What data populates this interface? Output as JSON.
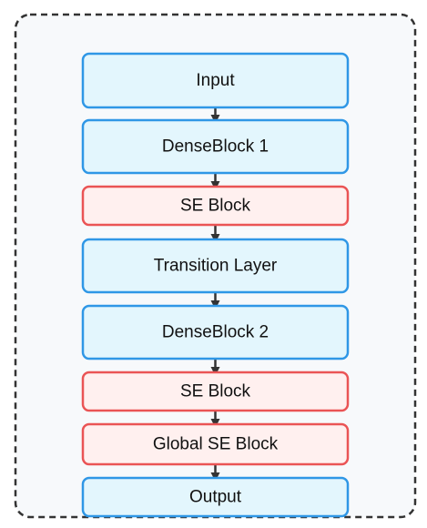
{
  "diagram": {
    "nodes": [
      {
        "id": "input",
        "label": "Input",
        "kind": "blue"
      },
      {
        "id": "denseblock-1",
        "label": "DenseBlock 1",
        "kind": "blue"
      },
      {
        "id": "se-block-1",
        "label": "SE Block",
        "kind": "red"
      },
      {
        "id": "transition-layer",
        "label": "Transition Layer",
        "kind": "blue"
      },
      {
        "id": "denseblock-2",
        "label": "DenseBlock 2",
        "kind": "blue"
      },
      {
        "id": "se-block-2",
        "label": "SE Block",
        "kind": "red"
      },
      {
        "id": "global-se-block",
        "label": "Global SE Block",
        "kind": "red"
      },
      {
        "id": "output",
        "label": "Output",
        "kind": "blue"
      }
    ],
    "colors": {
      "blue_fill": "#e3f6fd",
      "blue_stroke": "#2f97e6",
      "red_fill": "#fff0ef",
      "red_stroke": "#ea5455",
      "arrow": "#333333",
      "container_stroke": "#333333",
      "container_fill": "#f7f9fb"
    }
  }
}
